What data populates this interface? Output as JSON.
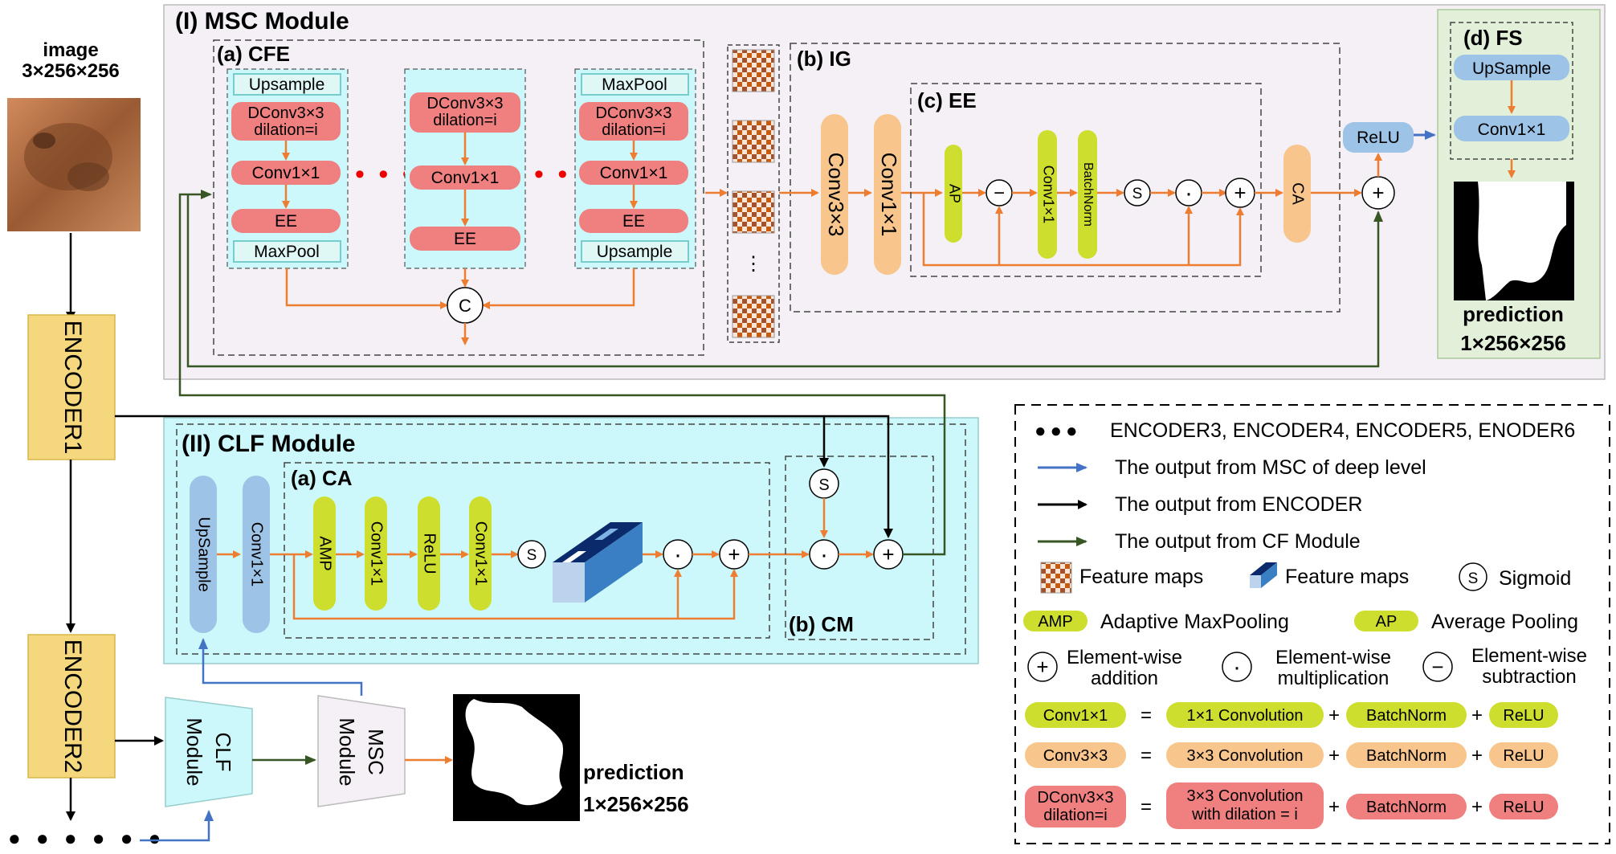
{
  "input": {
    "title": "image",
    "dims": "3×256×256"
  },
  "encoders": [
    "ENCODER1",
    "ENCODER2"
  ],
  "bottom_dots": "● ● ● ● ● ●",
  "msc": {
    "title": "(I) MSC Module",
    "cfe": {
      "title": "(a) CFE",
      "col1": [
        "Upsample",
        "DConv3×3",
        "dilation=i",
        "Conv1×1",
        "EE",
        "MaxPool"
      ],
      "col2": [
        "DConv3×3",
        "dilation=i",
        "Conv1×1",
        "EE"
      ],
      "col3": [
        "MaxPool",
        "DConv3×3",
        "dilation=i",
        "Conv1×1",
        "EE",
        "Upsample"
      ],
      "concat": "C"
    },
    "ig": {
      "title": "(b) IG",
      "conv3": "Conv3×3",
      "conv1": "Conv1×1",
      "vdots": "⋮"
    },
    "ee": {
      "title": "(c) EE",
      "ap": "AP",
      "conv1": "Conv1×1",
      "bn": "BatchNorm",
      "ca": "CA"
    },
    "relu": "ReLU",
    "fs": {
      "title": "(d) FS",
      "upsample": "UpSample",
      "conv1": "Conv1×1"
    },
    "prediction": "prediction",
    "pred_dims": "1×256×256"
  },
  "clf": {
    "title": "(II) CLF Module",
    "upsample": "UpSample",
    "conv1": "Conv1×1",
    "ca": {
      "title": "(a) CA",
      "amp": "AMP",
      "conv1": "Conv1×1",
      "relu": "ReLU",
      "conv1b": "Conv1×1"
    },
    "cm": {
      "title": "(b) CM"
    }
  },
  "ops": {
    "sigmoid": "S",
    "add": "+",
    "mul": "·",
    "sub": "−"
  },
  "bottom": {
    "clf_lines": [
      "CLF",
      "Module"
    ],
    "msc_lines": [
      "MSC",
      "Module"
    ],
    "prediction": "prediction",
    "pred_dims": "1×256×256"
  },
  "legend": {
    "encoders": "ENCODER3, ENCODER4, ENCODER5, ENODER6",
    "blue_arrow": "The output from MSC of deep level",
    "black_arrow": "The output from ENCODER",
    "green_arrow": "The output from CF Module",
    "fmap1": "Feature maps",
    "fmap2": "Feature maps",
    "sigmoid": "Sigmoid",
    "amp_tag": "AMP",
    "amp": "Adaptive MaxPooling",
    "ap_tag": "AP",
    "ap": "Average Pooling",
    "add": [
      "Element-wise",
      "addition"
    ],
    "mul": [
      "Element-wise",
      "multiplication"
    ],
    "sub": [
      "Element-wise",
      "subtraction"
    ],
    "eq1": [
      "Conv1×1",
      "1×1 Convolution",
      "BatchNorm",
      "ReLU"
    ],
    "eq2": [
      "Conv3×3",
      "3×3 Convolution",
      "BatchNorm",
      "ReLU"
    ],
    "eq3": [
      "DConv3×3",
      "dilation=i",
      "3×3 Convolution",
      "with dilation = i",
      "BatchNorm",
      "ReLU"
    ],
    "eq_sign": "=",
    "plus": "+"
  },
  "colors": {
    "orange": "#ed7d31",
    "black": "#000000",
    "blue": "#4472c4",
    "green": "#375623",
    "red_box": "#f08080",
    "cyan": "#ccf8fb",
    "lilac": "#f5f0f5",
    "fs_green": "#e2efd9",
    "yellow": "#f2eb7a",
    "encoder": "#f5d77e",
    "pill_blue": "#9dc3e6",
    "pill_orange": "#f8c58d",
    "yellow_green": "#cede2e"
  }
}
